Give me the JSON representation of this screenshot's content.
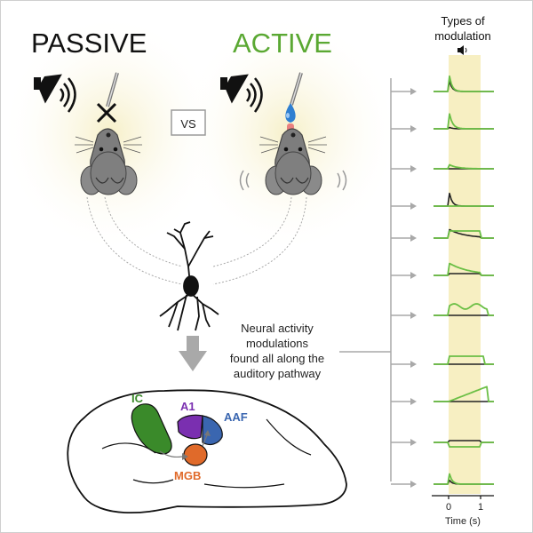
{
  "conditions": {
    "passive": {
      "label": "PASSIVE",
      "color": "#111111"
    },
    "active": {
      "label": "ACTIVE",
      "color": "#5aa832"
    },
    "vs": "VS"
  },
  "description": {
    "line1": "Neural activity",
    "line2": "modulations",
    "line3": "found all along the",
    "line4": "auditory pathway"
  },
  "brain_regions": {
    "ic": {
      "label": "IC",
      "color": "#3a8a2a"
    },
    "a1": {
      "label": "A1",
      "color": "#7a2fb0"
    },
    "aaf": {
      "label": "AAF",
      "color": "#3a66b0"
    },
    "mgb": {
      "label": "MGB",
      "color": "#e06a2a"
    }
  },
  "panel": {
    "title_line1": "Types of",
    "title_line2": "modulation",
    "icons": [
      "sound-icon"
    ],
    "x_ticks": [
      "0",
      "1"
    ],
    "x_label": "Time (s)",
    "stimulus_window_color": "#f7efc2"
  },
  "colors": {
    "active_trace": "#6bbf45",
    "passive_trace": "#222222",
    "arrow_gray": "#a9a9a9"
  },
  "traces": [
    {
      "id": 1,
      "type": "both-transient"
    },
    {
      "id": 2,
      "type": "active-transient"
    },
    {
      "id": 3,
      "type": "active-small"
    },
    {
      "id": 4,
      "type": "passive-transient"
    },
    {
      "id": 5,
      "type": "passive-sustained"
    },
    {
      "id": 6,
      "type": "active-sustained-decay"
    },
    {
      "id": 7,
      "type": "active-sustained"
    },
    {
      "id": 8,
      "type": "active-elevated"
    },
    {
      "id": 9,
      "type": "active-ramp"
    },
    {
      "id": 10,
      "type": "suppression"
    },
    {
      "id": 11,
      "type": "small-transient"
    }
  ]
}
